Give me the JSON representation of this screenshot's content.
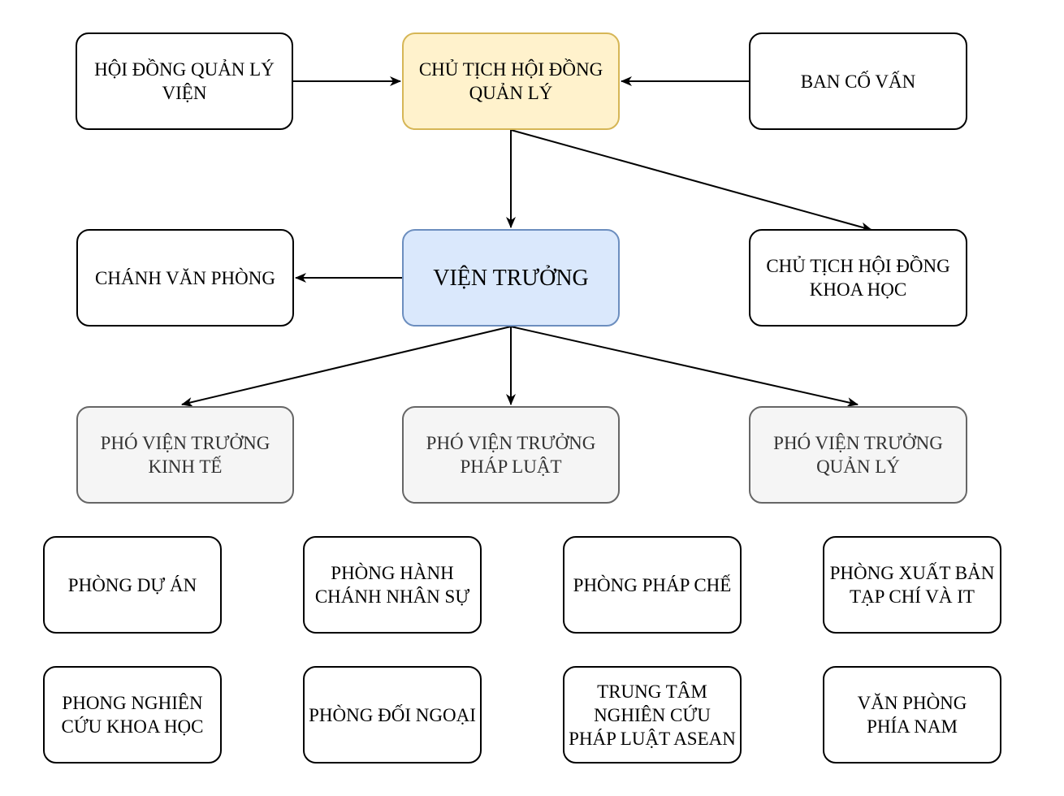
{
  "nodes": {
    "council": "HỘI ĐỒNG QUẢN LÝ\nVIỆN",
    "chairman": "CHỦ TỊCH HỘI ĐỒNG\nQUẢN LÝ",
    "advisory": "BAN CỐ VẤN",
    "chief_of_staff": "CHÁNH VĂN PHÒNG",
    "director": "VIỆN TRƯỞNG",
    "science_chair": "CHỦ TỊCH HỘI ĐỒNG\nKHOA HỌC",
    "deputy_economics": "PHÓ VIỆN TRƯỞNG\nKINH TẾ",
    "deputy_law": "PHÓ VIỆN TRƯỞNG\nPHÁP LUẬT",
    "deputy_management": "PHÓ VIỆN TRƯỞNG\nQUẢN LÝ"
  },
  "departments": [
    "PHÒNG DỰ ÁN",
    "PHÒNG HÀNH\nCHÁNH NHÂN SỰ",
    "PHÒNG PHÁP CHẾ",
    "PHÒNG XUẤT BẢN\nTẠP CHÍ VÀ IT",
    "PHONG NGHIÊN\nCỨU KHOA HỌC",
    "PHÒNG ĐỐI NGOẠI",
    "TRUNG TÂM\nNGHIÊN CỨU\nPHÁP LUẬT ASEAN",
    "VĂN PHÒNG\nPHÍA NAM"
  ],
  "colors": {
    "chairman_fill": "#fff2cc",
    "chairman_border": "#d6b656",
    "director_fill": "#dae8fc",
    "director_border": "#6c8ebf",
    "deputy_fill": "#f5f5f5",
    "deputy_border": "#666666"
  },
  "edges": [
    {
      "from": "council",
      "to": "chairman"
    },
    {
      "from": "advisory",
      "to": "chairman"
    },
    {
      "from": "chairman",
      "to": "director"
    },
    {
      "from": "chairman",
      "to": "science_chair"
    },
    {
      "from": "director",
      "to": "chief_of_staff"
    },
    {
      "from": "director",
      "to": "deputy_economics"
    },
    {
      "from": "director",
      "to": "deputy_law"
    },
    {
      "from": "director",
      "to": "deputy_management"
    }
  ]
}
